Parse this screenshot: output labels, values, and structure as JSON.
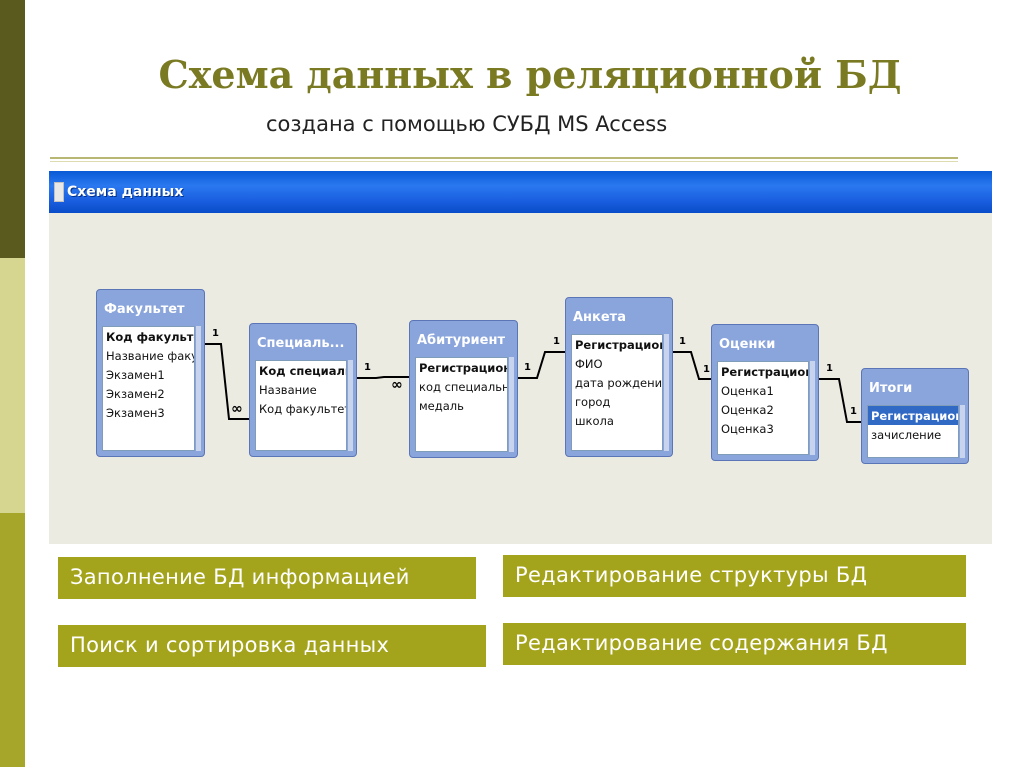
{
  "slide": {
    "title": "Схема данных в реляционной БД",
    "subtitle": "создана с помощью СУБД MS Access"
  },
  "window": {
    "title": "Схема данных"
  },
  "tables": [
    {
      "name": "Факультет",
      "fields": [
        "Код факультета",
        "Название факул",
        "Экзамен1",
        "Экзамен2",
        "Экзамен3"
      ]
    },
    {
      "name": "Специаль...",
      "fields": [
        "Код специально",
        "Название",
        "Код факультета"
      ]
    },
    {
      "name": "Абитуриент",
      "fields": [
        "Регистрационны",
        "код специально",
        "медаль"
      ]
    },
    {
      "name": "Анкета",
      "fields": [
        "Регистрационны",
        "ФИО",
        "дата рождения",
        "город",
        "школа"
      ]
    },
    {
      "name": "Оценки",
      "fields": [
        "Регистрационны",
        "Оценка1",
        "Оценка2",
        "Оценка3"
      ]
    },
    {
      "name": "Итоги",
      "fields": [
        "Регистрационны",
        "зачисление"
      ]
    }
  ],
  "relationships": [
    {
      "from": "Факультет",
      "to": "Специаль...",
      "one": "1",
      "many": "∞"
    },
    {
      "from": "Специаль...",
      "to": "Абитуриент",
      "one": "1",
      "many": "∞"
    },
    {
      "from": "Абитуриент",
      "to": "Анкета",
      "one": "1",
      "other": "1"
    },
    {
      "from": "Анкета",
      "to": "Оценки",
      "one": "1",
      "other": "1"
    },
    {
      "from": "Оценки",
      "to": "Итоги",
      "one": "1",
      "other": "1"
    }
  ],
  "buttons": {
    "fill": "Заполнение БД информацией",
    "edit_structure": "Редактирование структуры БД",
    "search_sort": "Поиск и сортировка данных",
    "edit_content": "Редактирование содержания БД"
  },
  "colors": {
    "title": "#7a7a22",
    "button_bg": "#a4a41c",
    "titlebar": "#1a5fe0",
    "table_frame": "#8aa4dc"
  }
}
